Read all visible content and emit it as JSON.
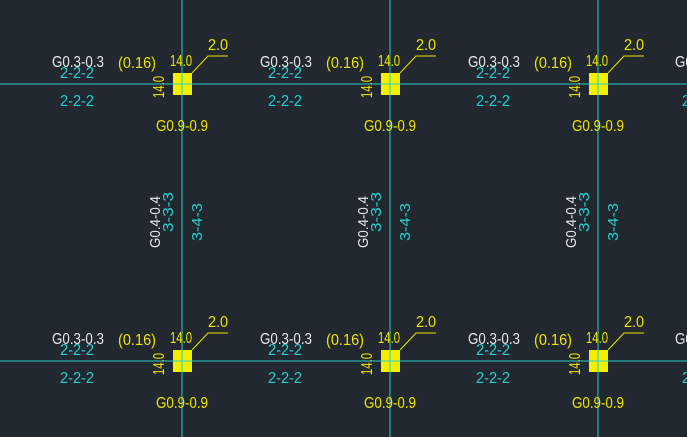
{
  "colors": {
    "background": "#212830",
    "axis_line": "#28d0d0",
    "column": "#f0f000",
    "text_white": "#e8e8e8",
    "text_cyan": "#28d0d0",
    "text_yellow": "#f0e400"
  },
  "column_nodes": [
    {
      "id": "n1",
      "g_label": "G0.3-0.3",
      "rebar_top": "2-2-2",
      "rebar_bottom": "2-2-2",
      "ratio": "(0.16)",
      "width": "14.0",
      "height": "14.0",
      "leader": "2.0",
      "shear": "G0.9-0.9"
    },
    {
      "id": "n2",
      "g_label": "G0.3-0.3",
      "rebar_top": "2-2-2",
      "rebar_bottom": "2-2-2",
      "ratio": "(0.16)",
      "width": "14.0",
      "height": "14.0",
      "leader": "2.0",
      "shear": "G0.9-0.9"
    },
    {
      "id": "n3",
      "g_label": "G0.3-0.3",
      "rebar_top": "2-2-2",
      "rebar_bottom": "2-2-2",
      "ratio": "(0.16)",
      "width": "14.0",
      "height": "14.0",
      "leader": "2.0",
      "shear": "G0.9-0.9"
    },
    {
      "id": "n4",
      "g_label": "G0.3-0.3",
      "rebar_top": "2-2-2",
      "rebar_bottom": "2-2-2",
      "ratio": "(0.16)",
      "width": "14.0",
      "height": "14.0",
      "leader": "2.0",
      "shear": "G0.9-0.9"
    },
    {
      "id": "n5",
      "g_label": "G0.3-0.3",
      "rebar_top": "2-2-2",
      "rebar_bottom": "2-2-2",
      "ratio": "(0.16)",
      "width": "14.0",
      "height": "14.0",
      "leader": "2.0",
      "shear": "G0.9-0.9"
    },
    {
      "id": "n6",
      "g_label": "G0.3-0.3",
      "rebar_top": "2-2-2",
      "rebar_bottom": "2-2-2",
      "ratio": "(0.16)",
      "width": "14.0",
      "height": "14.0",
      "leader": "2.0",
      "shear": "G0.9-0.9"
    }
  ],
  "beam_labels": [
    {
      "id": "b1",
      "g_label": "G0.4-0.4",
      "rebar_a": "3-3-3",
      "rebar_b": "3-4-3"
    },
    {
      "id": "b2",
      "g_label": "G0.4-0.4",
      "rebar_a": "3-3-3",
      "rebar_b": "3-4-3"
    },
    {
      "id": "b3",
      "g_label": "G0.4-0.4",
      "rebar_a": "3-3-3",
      "rebar_b": "3-4-3"
    }
  ]
}
